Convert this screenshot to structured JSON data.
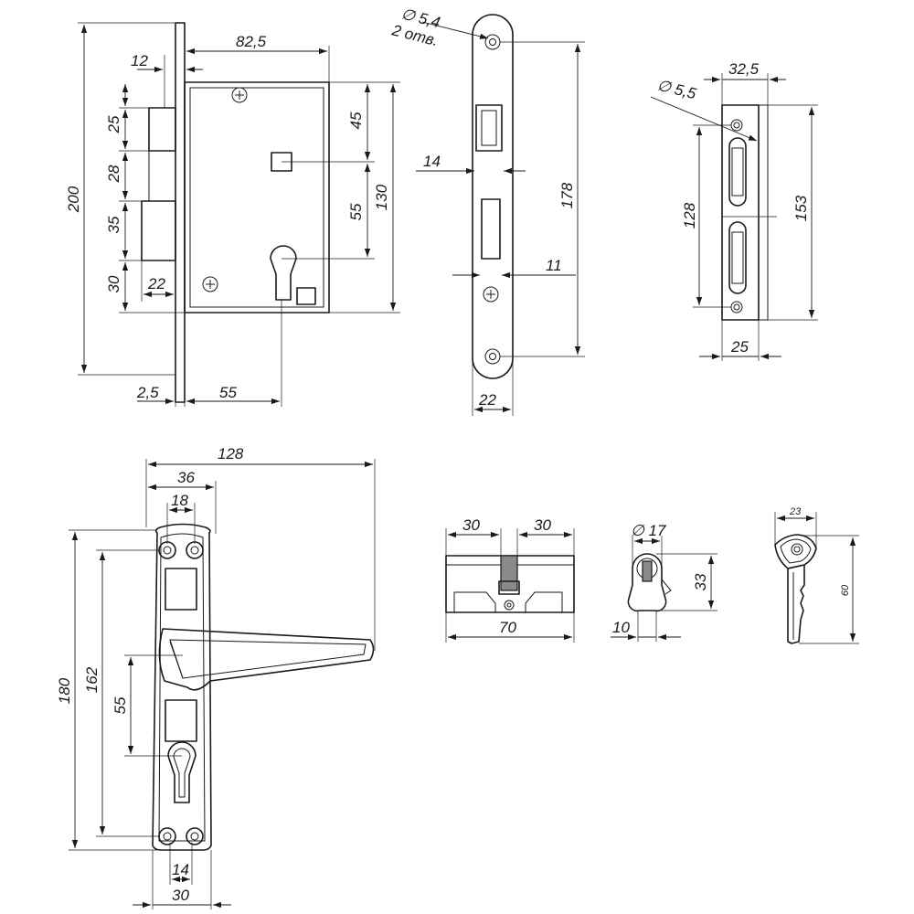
{
  "lock_body": {
    "height": "200",
    "faceplate_offset": "12",
    "width": "82,5",
    "bolt_offset": "25",
    "bolt_height": "28",
    "latch_height": "35",
    "bottom_offset": "30",
    "latch_depth": "22",
    "spindle_top": "45",
    "center_distance": "55",
    "case_height": "130",
    "plate_thickness": "2,5",
    "backset": "55"
  },
  "faceplate": {
    "hole_diameter": "∅ 5,4",
    "hole_count": "2 отв.",
    "bolt_width": "14",
    "latch_width": "11",
    "length": "178",
    "width": "22"
  },
  "strike_plate": {
    "hole_diameter": "∅ 5,5",
    "width_overall": "32,5",
    "slot_distance": "128",
    "length": "153",
    "width": "25"
  },
  "handle": {
    "length": "128",
    "plate_width_top": "36",
    "hole_spacing_top": "18",
    "plate_height": "180",
    "hole_distance": "162",
    "center_distance": "55",
    "hole_spacing_bottom": "14",
    "plate_width_bottom": "30"
  },
  "cylinder": {
    "left_length": "30",
    "right_length": "30",
    "total_length": "70",
    "diameter": "∅ 17",
    "height": "33",
    "cam_offset": "10"
  },
  "key": {
    "width": "23",
    "length": "60"
  }
}
